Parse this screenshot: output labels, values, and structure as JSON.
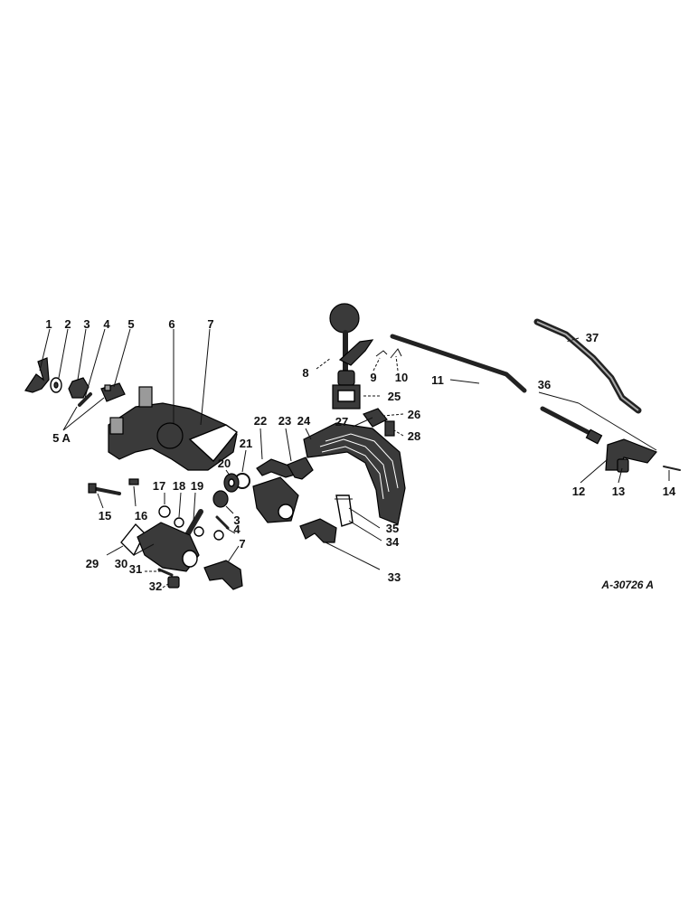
{
  "drawing_number": "A-30726 A",
  "callouts": {
    "c1": "1",
    "c2": "2",
    "c3a": "3",
    "c4a": "4",
    "c5": "5",
    "c5a": "5 A",
    "c6": "6",
    "c7a": "7",
    "c8": "8",
    "c9": "9",
    "c10": "10",
    "c11": "11",
    "c12": "12",
    "c13": "13",
    "c14": "14",
    "c15": "15",
    "c16": "16",
    "c17": "17",
    "c18": "18",
    "c19": "19",
    "c20": "20",
    "c21": "21",
    "c3b": "3",
    "c4b": "4",
    "c22": "22",
    "c23": "23",
    "c24": "24",
    "c25": "25",
    "c26": "26",
    "c27": "27",
    "c28": "28",
    "c29": "29",
    "c30": "30",
    "c31": "31",
    "c32": "32",
    "c7b": "7",
    "c33": "33",
    "c34": "34",
    "c35": "35",
    "c36": "36",
    "c37": "37"
  },
  "colors": {
    "ink": "#111111",
    "background": "#ffffff"
  }
}
